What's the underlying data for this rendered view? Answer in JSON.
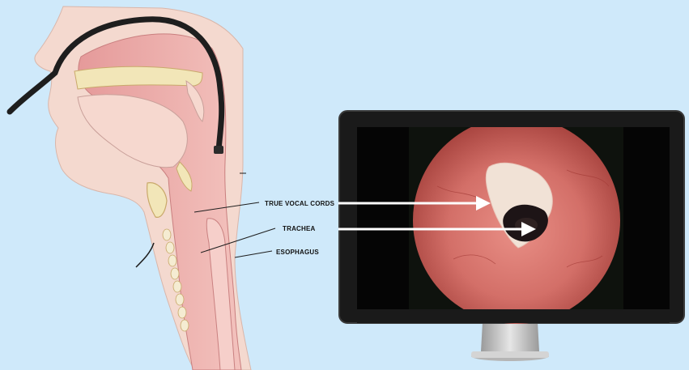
{
  "labels": {
    "vocal_cords": "TRUE VOCAL CORDS",
    "trachea": "TRACHEA",
    "esophagus": "ESOPHAGUS"
  },
  "colors": {
    "background": "#cfe9fa",
    "skin": "#f4d9cf",
    "tissue": "#eba6a6",
    "cartilage": "#f2e6b8",
    "scope": "#1e1e1e",
    "monitor": "#1a1a1a",
    "mucosa": "#c9625c",
    "arrow": "#ffffff"
  }
}
